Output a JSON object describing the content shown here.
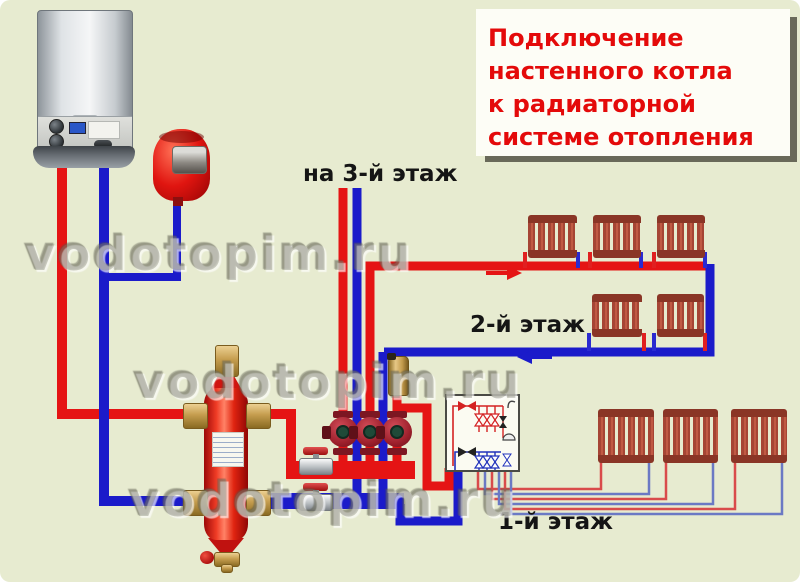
{
  "meta": {
    "description": "Schematic diagram: connecting a wall-mounted boiler to a radiator heating system",
    "site_watermark_text": "vodotopim.ru"
  },
  "title_box": {
    "lines": [
      "Подключение",
      "настенного котла",
      "к радиаторной",
      "системе отопления"
    ],
    "text_color": "#e40a0a",
    "background": "#fdfdf6"
  },
  "labels": {
    "floor3_riser": "на 3-й этаж",
    "floor2": "2-й этаж",
    "floor1": "1-й этаж"
  },
  "watermark": {
    "text": "vodotopim.ru"
  },
  "colors": {
    "background": "#e7ebd0",
    "supply_pipe_red": "#e51414",
    "return_pipe_blue": "#1b1bca",
    "thin_supply_red": "#d94b4b",
    "thin_return_blue": "#6b79c4",
    "radiator_red": "#a64535",
    "brass": "#c59d4e",
    "separator_red": "#e02410",
    "pump_red": "#9c1f2b"
  },
  "equipment": {
    "boiler": "wall-mounted gas boiler",
    "expansion_tank": "red expansion tank",
    "hydraulic_separator": "hydraulic separator with air vent and drain valve",
    "circulation_pumps_count": 3,
    "ball_valves_count": 2,
    "automatic_air_vent": "brass automatic air vent",
    "distribution_manifold": "floor-1 distribution manifold schematic",
    "radiators": {
      "upper_row_count": 3,
      "middle_row_count": 2,
      "floor1_row_count": 3
    }
  }
}
